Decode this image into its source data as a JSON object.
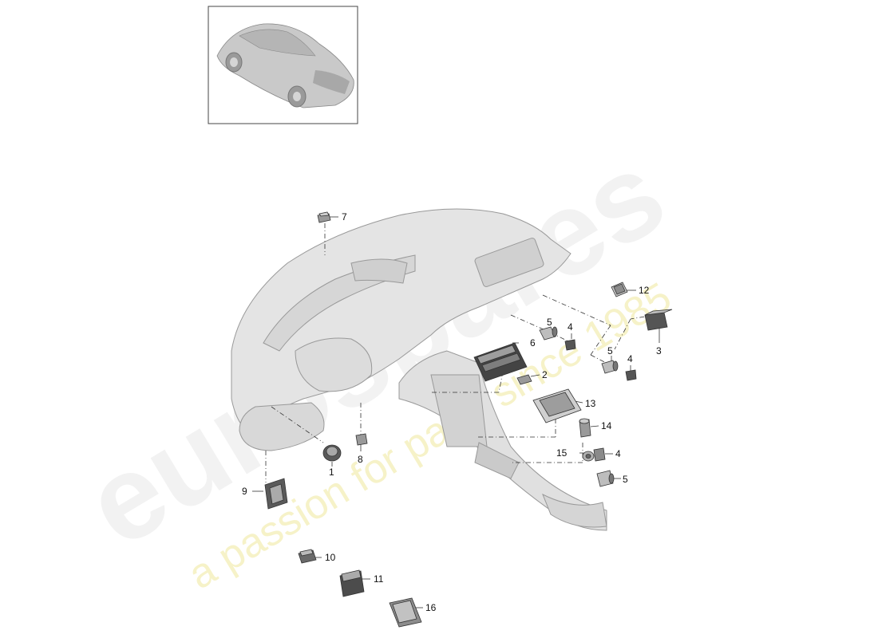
{
  "watermark": {
    "brand": "eurospares",
    "tagline": "a passion for parts since 1985"
  },
  "callouts": [
    {
      "id": "7",
      "label": "7"
    },
    {
      "id": "12",
      "label": "12"
    },
    {
      "id": "3",
      "label": "3"
    },
    {
      "id": "5a",
      "label": "5"
    },
    {
      "id": "4a",
      "label": "4"
    },
    {
      "id": "6",
      "label": "6"
    },
    {
      "id": "5b",
      "label": "5"
    },
    {
      "id": "4b",
      "label": "4"
    },
    {
      "id": "2",
      "label": "2"
    },
    {
      "id": "13",
      "label": "13"
    },
    {
      "id": "14",
      "label": "14"
    },
    {
      "id": "15",
      "label": "15"
    },
    {
      "id": "4c",
      "label": "4"
    },
    {
      "id": "5c",
      "label": "5"
    },
    {
      "id": "1",
      "label": "1"
    },
    {
      "id": "8",
      "label": "8"
    },
    {
      "id": "9",
      "label": "9"
    },
    {
      "id": "10",
      "label": "10"
    },
    {
      "id": "11",
      "label": "11"
    },
    {
      "id": "16",
      "label": "16"
    }
  ],
  "colors": {
    "line": "#333333",
    "part_fill": "#d9d9d9",
    "part_dark": "#555555",
    "dash_fill": "#e8e8e8",
    "watermark": "#eeeeee",
    "tagline": "#f2ecb0"
  }
}
